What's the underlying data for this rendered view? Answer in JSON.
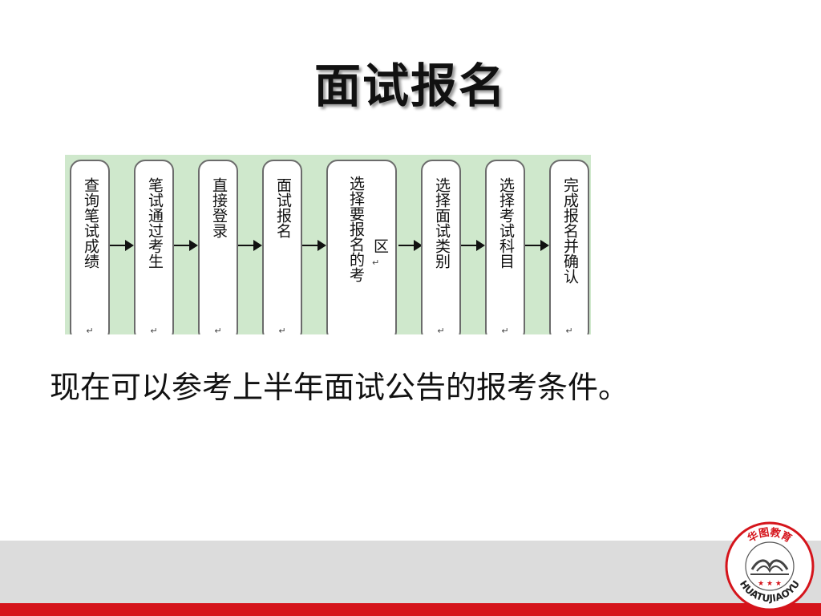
{
  "title": "面试报名",
  "flow": {
    "steps": [
      {
        "label": "查询笔试成绩",
        "mark": "↵"
      },
      {
        "label": "笔试通过考生",
        "mark": "↵"
      },
      {
        "label": "直接登录",
        "mark": "↵"
      },
      {
        "label": "面试报名",
        "mark": "↵"
      },
      {
        "label": "选择要报名的考",
        "side": "区",
        "mark": "↵"
      },
      {
        "label": "选择面试类别",
        "mark": "↵"
      },
      {
        "label": "选择考试科目",
        "mark": "↵"
      },
      {
        "label": "完成报名并确认",
        "mark": "↵"
      }
    ]
  },
  "body_text": "现在可以参考上半年面试公告的报考条件。",
  "logo": {
    "top_text": "华图教育",
    "bottom_text": "HUATUJIAOYU"
  },
  "colors": {
    "flow_background": "#cfe8cc",
    "footer_gray": "#dcdcdc",
    "footer_red": "#d5141b"
  }
}
